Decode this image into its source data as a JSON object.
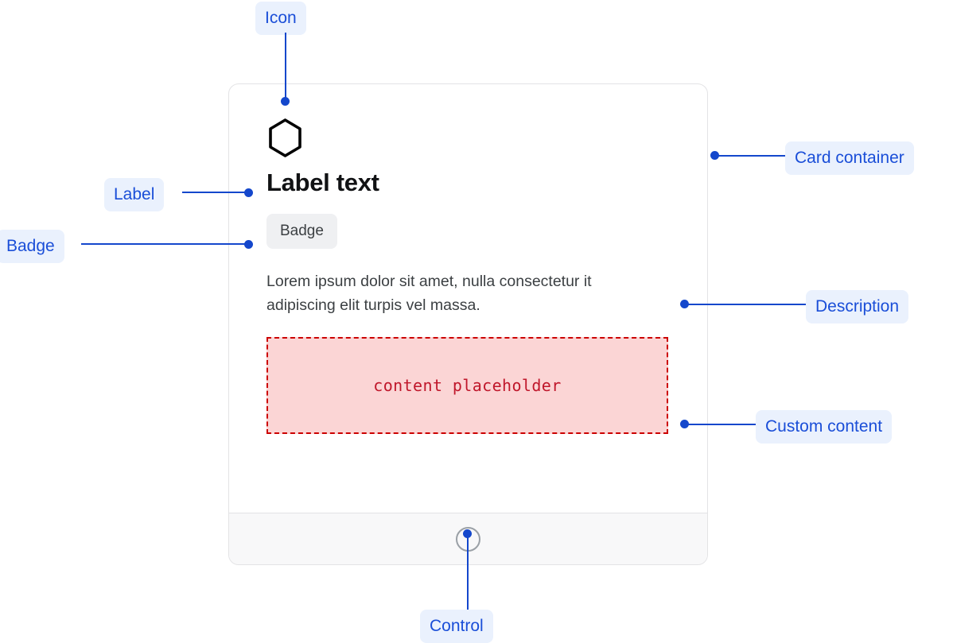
{
  "card": {
    "icon": "hexagon-icon",
    "title": "Label text",
    "badge": "Badge",
    "description": "Lorem ipsum dolor sit amet, nulla consectetur it adipiscing elit turpis vel massa.",
    "custom_content_text": "content placeholder",
    "footer_control": "circle-control"
  },
  "annotations": {
    "icon": "Icon",
    "label": "Label",
    "badge": "Badge",
    "card_container": "Card container",
    "description": "Description",
    "custom_content": "Custom content",
    "control": "Control"
  },
  "colors": {
    "annotation_blue": "#1a4ed8",
    "annotation_line": "#1447cc",
    "annotation_chip_bg": "#eaf1fd",
    "card_border": "#e3e3e5",
    "badge_bg": "#eff0f2",
    "badge_text": "#3c4043",
    "title_text": "#111214",
    "description_text": "#3c4043",
    "placeholder_bg": "#fbd5d5",
    "placeholder_border": "#cc0000",
    "placeholder_text": "#c0172b",
    "footer_bg": "#f8f8f9",
    "control_border": "#9aa0a6"
  }
}
